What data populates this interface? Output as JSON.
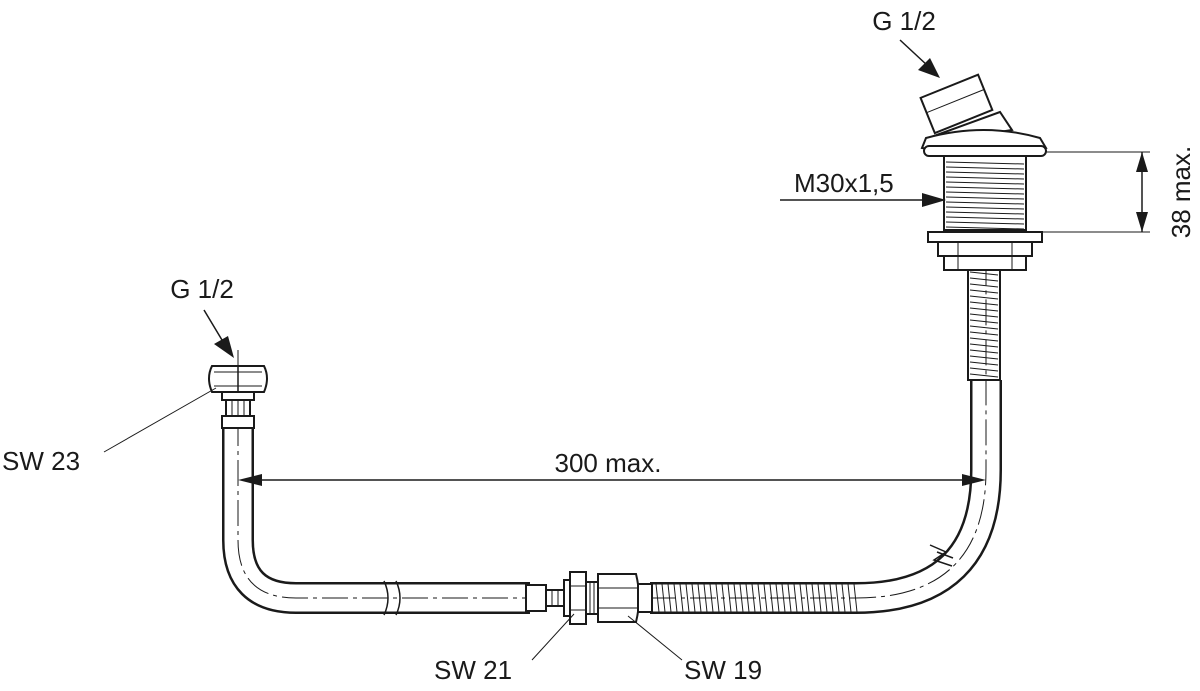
{
  "labels": {
    "top_thread": "G 1/2",
    "left_thread": "G 1/2",
    "mount_thread": "M30x1,5",
    "height": "38 max.",
    "length": "300 max.",
    "left_nut": "SW 23",
    "mid_nut_left": "SW 21",
    "mid_nut_right": "SW 19"
  }
}
